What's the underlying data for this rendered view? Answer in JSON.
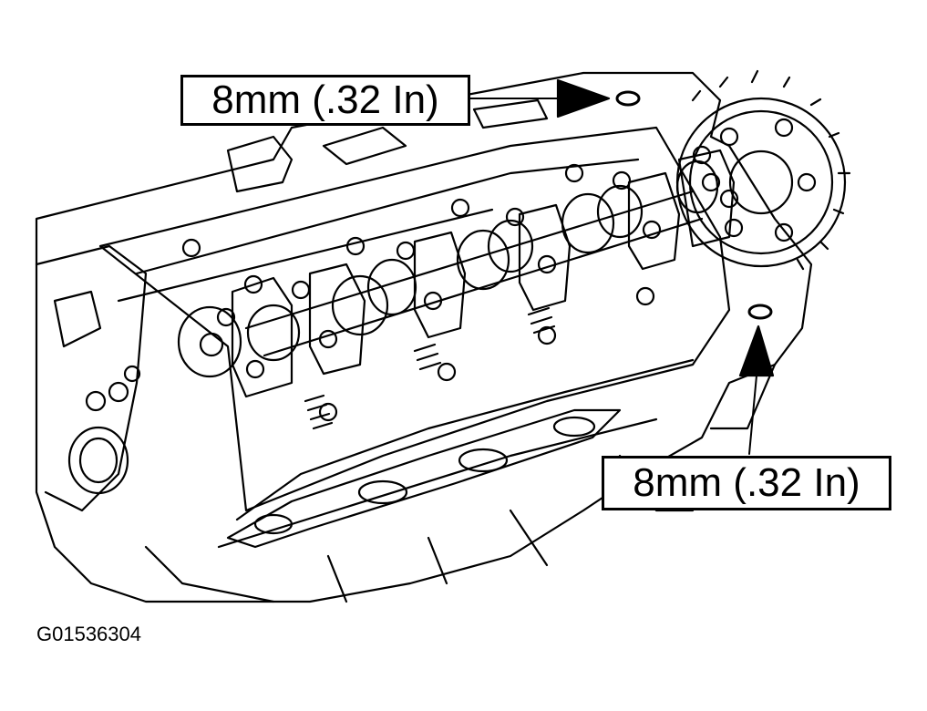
{
  "callouts": {
    "top": {
      "label": "8mm (.32 In)"
    },
    "bottom": {
      "label": "8mm (.32 In)"
    }
  },
  "figure_id": "G01536304",
  "colors": {
    "line": "#000000",
    "background": "#ffffff"
  }
}
